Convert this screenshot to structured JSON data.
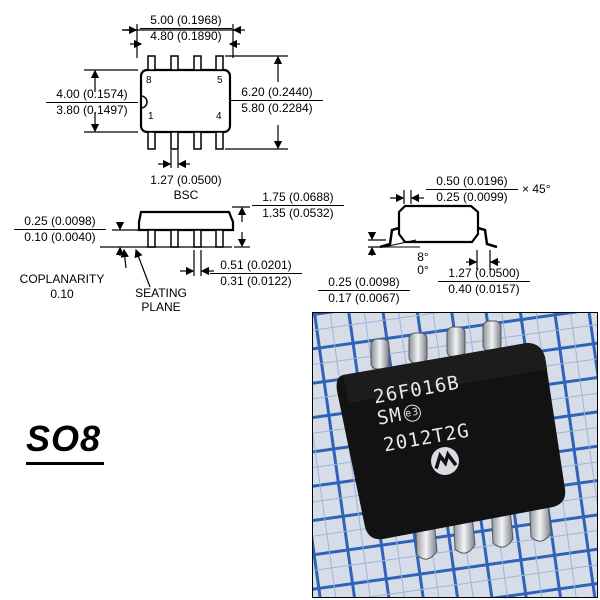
{
  "package_name": "SO8",
  "top_view": {
    "body_length_max": "5.00 (0.1968)",
    "body_length_min": "4.80 (0.1890)",
    "body_width_max": "4.00 (0.1574)",
    "body_width_min": "3.80 (0.1497)",
    "overall_width_max": "6.20 (0.2440)",
    "overall_width_min": "5.80 (0.2284)",
    "pin_8": "8",
    "pin_5": "5",
    "pin_1": "1",
    "pin_4": "4",
    "pitch": "1.27 (0.0500)",
    "pitch_note": "BSC"
  },
  "side_view": {
    "height_max": "1.75 (0.0688)",
    "height_min": "1.35 (0.0532)",
    "standoff_max": "0.25 (0.0098)",
    "standoff_min": "0.10 (0.0040)",
    "lead_width_max": "0.51 (0.0201)",
    "lead_width_min": "0.31 (0.0122)",
    "coplanarity_label": "COPLANARITY",
    "coplanarity_value": "0.10",
    "seating_plane_line1": "SEATING",
    "seating_plane_line2": "PLANE"
  },
  "end_view": {
    "chamfer_max": "0.50 (0.0196)",
    "chamfer_min": "0.25 (0.0099)",
    "chamfer_angle": "× 45°",
    "lead_thickness_max": "0.25 (0.0098)",
    "lead_thickness_min": "0.17 (0.0067)",
    "angle_max": "8°",
    "angle_min": "0°",
    "foot_length_max": "1.27 (0.0500)",
    "foot_length_min": "0.40 (0.0157)"
  },
  "photo": {
    "marking_line1": "26F016B",
    "marking_line2": "SM",
    "marking_line2_badge": "e3",
    "marking_line3": "2012T2G",
    "chip_color": "#121212",
    "grid_color": "#2e63b8"
  }
}
